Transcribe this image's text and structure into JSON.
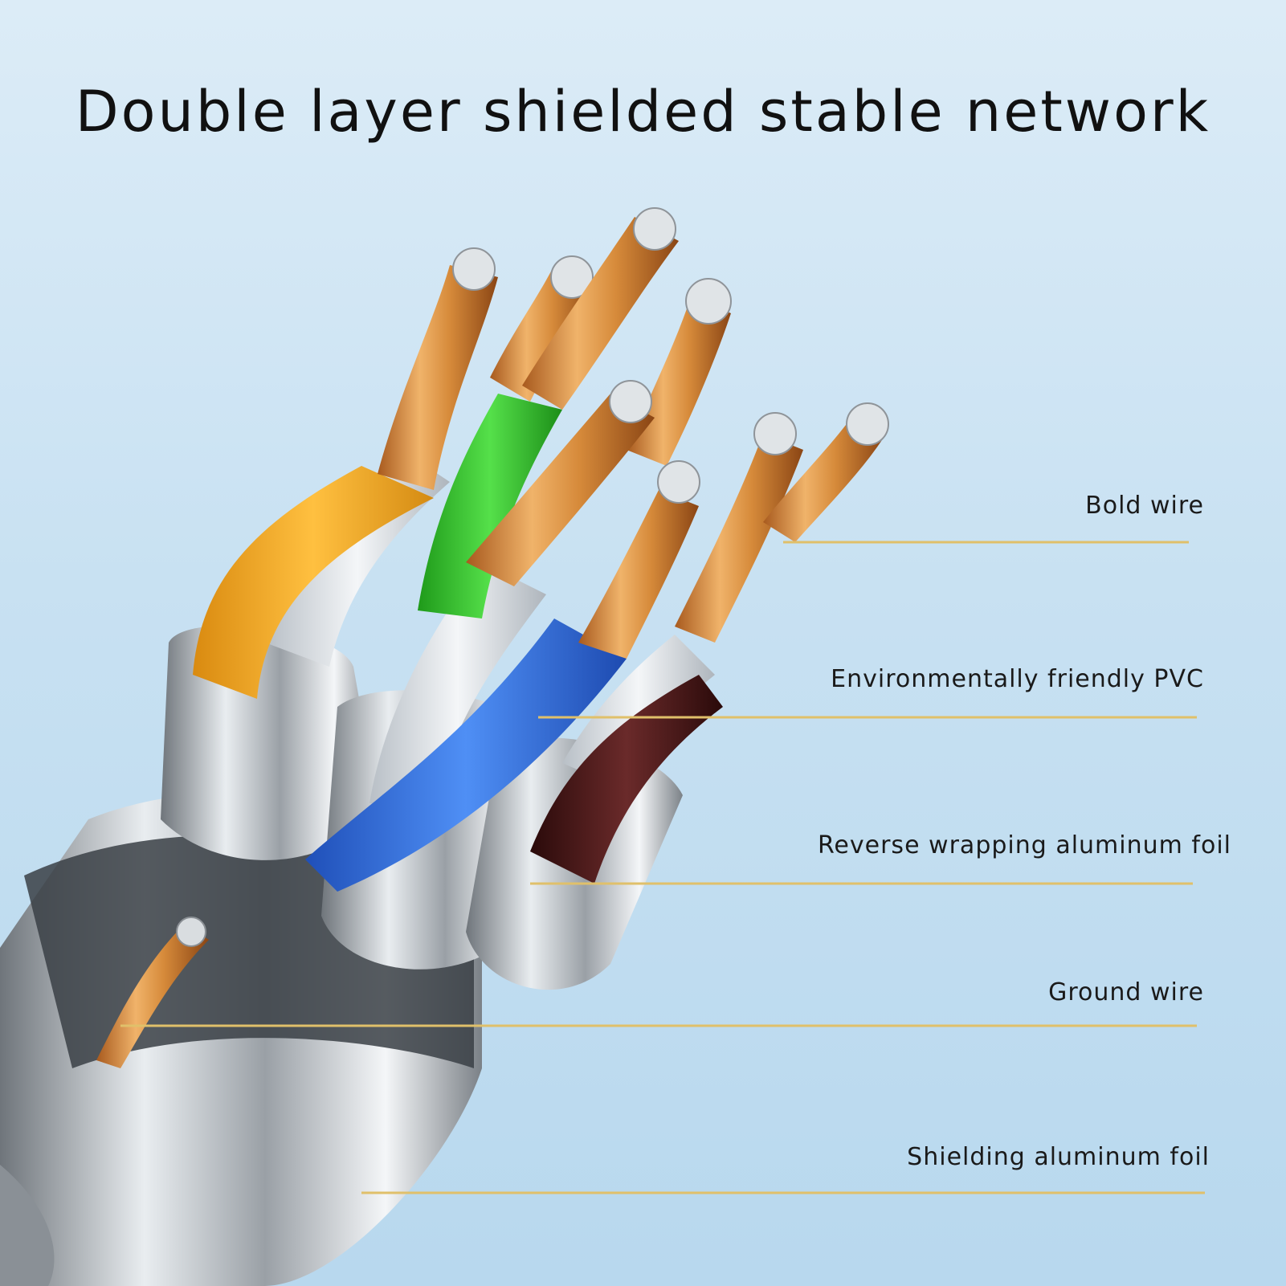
{
  "title": "Double layer shielded stable network",
  "callouts": [
    {
      "label": "Bold wire"
    },
    {
      "label": "Environmentally friendly PVC"
    },
    {
      "label": "Reverse wrapping aluminum foil"
    },
    {
      "label": "Ground wire"
    },
    {
      "label": "Shielding aluminum foil"
    }
  ],
  "colors": {
    "background": "#c8e1f2",
    "copper": "#d68a3a",
    "orange_insulation": "#f2a62a",
    "green_insulation": "#2fbf2a",
    "blue_insulation": "#2f6fe0",
    "brown_insulation": "#4a1a1a",
    "white_insulation": "#e8ecef",
    "aluminum_foil": "#b9bec3",
    "leader_line": "#e0c06a"
  }
}
